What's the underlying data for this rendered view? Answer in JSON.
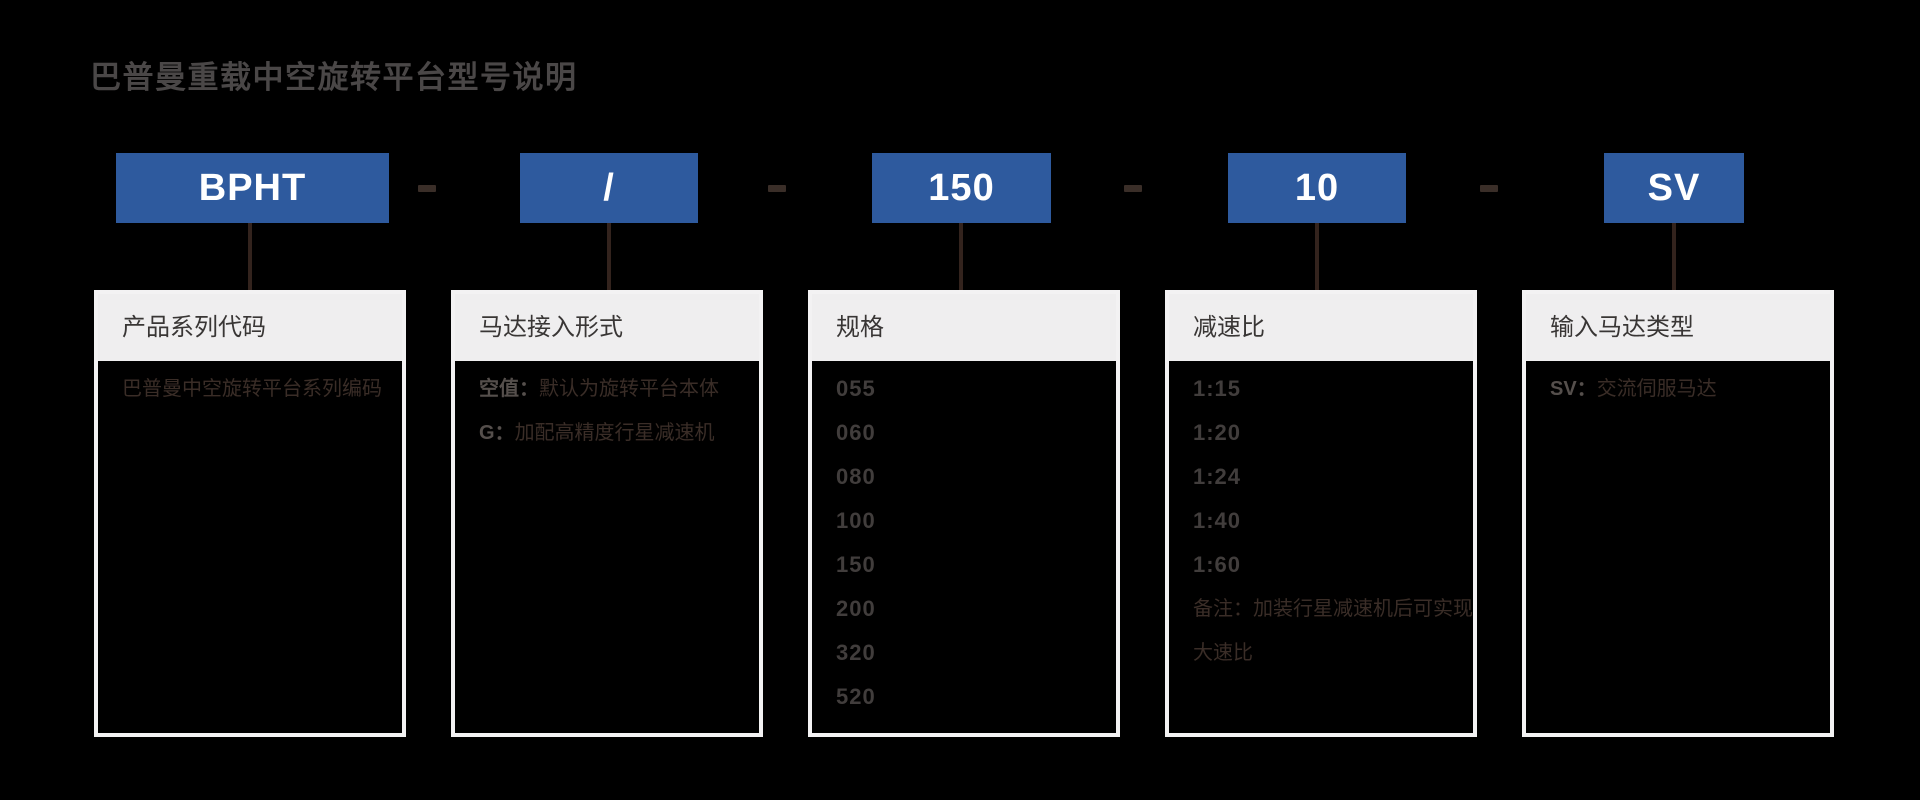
{
  "page": {
    "title": "巴普曼重载中空旋转平台型号说明"
  },
  "model_code": {
    "segments": [
      "BPHT",
      "/",
      "150",
      "10",
      "SV"
    ],
    "separator": "-"
  },
  "panels": [
    {
      "title": "产品系列代码",
      "lines": [
        {
          "text": "巴普曼中空旋转平台系列编码"
        }
      ]
    },
    {
      "title": "马达接入形式",
      "lines": [
        {
          "prefix": "空值：",
          "text": "默认为旋转平台本体"
        },
        {
          "prefix": "G：",
          "text": "加配高精度行星减速机"
        }
      ]
    },
    {
      "title": "规格",
      "lines": [
        {
          "text": "055"
        },
        {
          "text": "060"
        },
        {
          "text": "080"
        },
        {
          "text": "100"
        },
        {
          "text": "150"
        },
        {
          "text": "200"
        },
        {
          "text": "320"
        },
        {
          "text": "520"
        }
      ]
    },
    {
      "title": "减速比",
      "lines": [
        {
          "text": "1:15"
        },
        {
          "text": "1:20"
        },
        {
          "text": "1:24"
        },
        {
          "text": "1:40"
        },
        {
          "text": "1:60"
        },
        {
          "text": "备注：加装行星减速机后可实现"
        },
        {
          "text": "大速比"
        }
      ]
    },
    {
      "title": "输入马达类型",
      "lines": [
        {
          "prefix": "SV：",
          "text": "交流伺服马达"
        }
      ]
    }
  ],
  "colors": {
    "background": "#000000",
    "accent_blue": "#2e5a9e",
    "segment_text": "#ffffff",
    "title_text": "#4a4747",
    "panel_border": "#f3f2f3",
    "panel_header_bg": "#efeeef",
    "panel_header_text": "#393635",
    "body_text": "#3a2d27",
    "number_text": "#413d3c",
    "connector": "#33231d"
  }
}
